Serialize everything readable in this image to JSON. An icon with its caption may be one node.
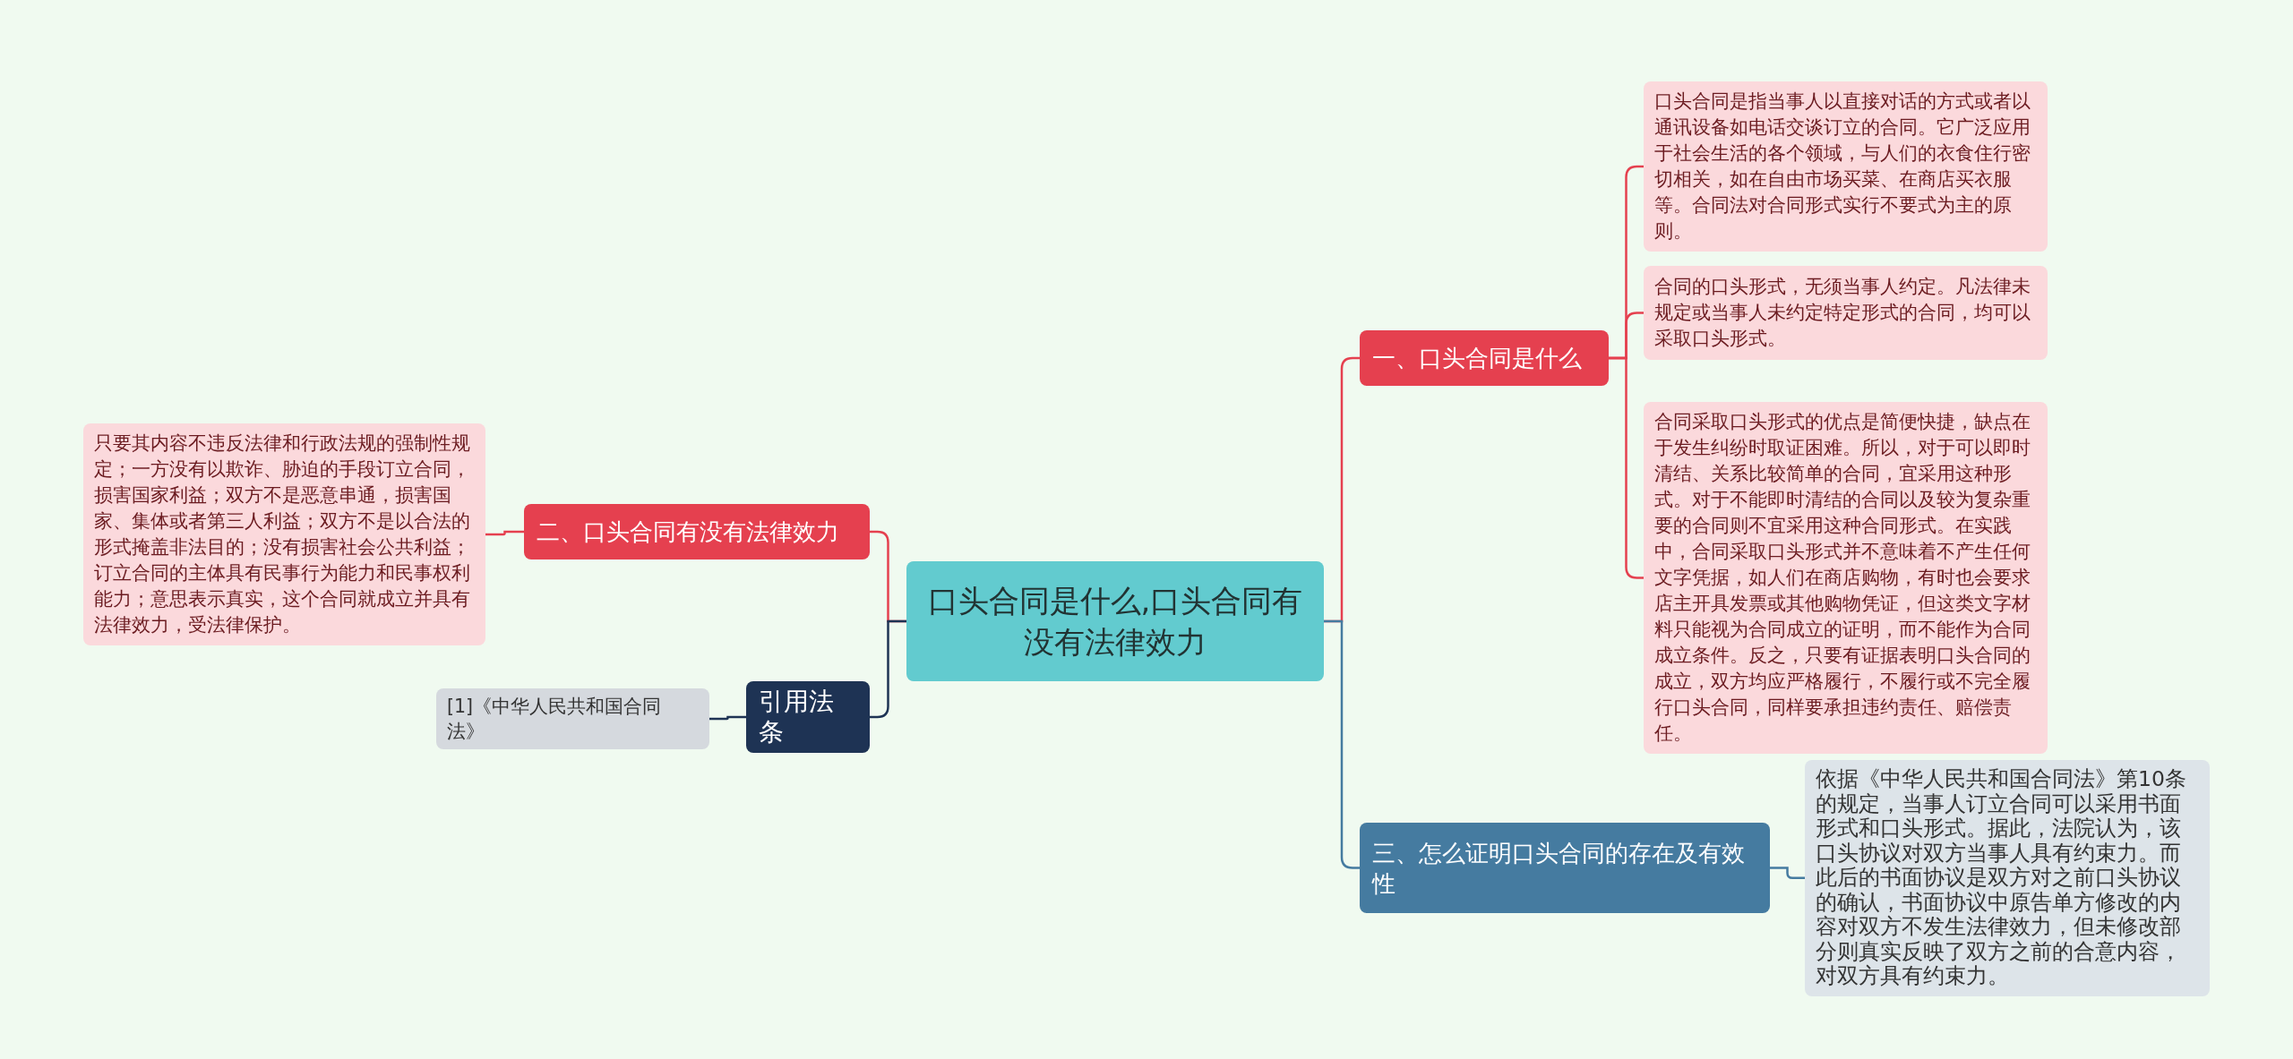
{
  "diagram": {
    "nodes": [
      {
        "text": [
          "口头合同是什么,口头合同有没有法律效力"
        ]
      },
      {
        "text": [
          "一、口头合同是什么"
        ]
      },
      {
        "text": [
          "口头合同是指当事人以直接对话的方式或者以通讯设备如电话交谈订立的合同。它广泛应用于社会生活的各个领域，与人们的衣食住行密切相关，如在自由市场买菜、在商店买衣服等。合同法对合同形式实行不要式为主的原则。"
        ]
      },
      {
        "text": [
          "合同的口头形式，无须当事人约定。凡法律未规定或当事人未约定特定形式的合同，均可以采取口头形式。"
        ]
      },
      {
        "text": [
          "合同采取口头形式的优点是简便快捷，缺点在于发生纠纷时取证困难。所以，对于可以即时清结、关系比较简单的合同，宜采用这种形式。对于不能即时清结的合同以及较为复杂重要的合同则不宜采用这种合同形式。在实践中，合同采取口头形式并不意味着不产生任何文字凭据，如人们在商店购物，有时也会要求店主开具发票或其他购物凭证，但这类文字材料只能视为合同成立的证明，而不能作为合同成立条件。反之，只要有证据表明口头合同的成立，双方均应严格履行，不履行或不完全履行口头合同，同样要承担违约责任、赔偿责任。"
        ]
      },
      {
        "text": [
          "三、怎么证明口头合同的存在及有效性"
        ]
      },
      {
        "text": [
          "依据《中华人民共和国合同法》第10条的规定，当事人订立合同可以采用书面形式和口头形式。据此，法院认为，该口头协议对双方当事人具有约束力。而此后的书面协议是双方对之前口头协议的确认，书面协议中原告单方修改的内容对双方不发生法律效力，但未修改部分则真实反映了双方之前的合意内容，对双方具有约束力。"
        ]
      },
      {
        "text": [
          "二、口头合同有没有法律效力"
        ]
      },
      {
        "text": [
          "只要其内容不违反法律和行政法规的强制性规定；一方没有以欺诈、胁迫的手段订立合同，损害国家利益；双方不是恶意串通，损害国家、集体或者第三人利益；双方不是以合法的形式掩盖非法目的；没有损害社会公共利益；订立合同的主体具有民事行为能力和民事权利能力；意思表示真实，这个合同就成立并具有法律效力，受法律保护。"
        ]
      },
      {
        "text": [
          "引用法条"
        ]
      },
      {
        "text": [
          "[1]《中华人民共和国合同法》"
        ]
      }
    ],
    "edges": [
      {
        "from": 0,
        "to": 1,
        "arrow": "none",
        "color": "#e5404f"
      },
      {
        "from": 1,
        "to": 2,
        "arrow": "none",
        "color": "#e5404f"
      },
      {
        "from": 1,
        "to": 3,
        "arrow": "none",
        "color": "#e5404f"
      },
      {
        "from": 1,
        "to": 4,
        "arrow": "none",
        "color": "#e5404f"
      },
      {
        "from": 0,
        "to": 5,
        "arrow": "none",
        "color": "#457ba0"
      },
      {
        "from": 5,
        "to": 6,
        "arrow": "none",
        "color": "#457ba0"
      },
      {
        "from": 0,
        "to": 7,
        "arrow": "none",
        "color": "#e5404f"
      },
      {
        "from": 7,
        "to": 8,
        "arrow": "none",
        "color": "#e5404f"
      },
      {
        "from": 0,
        "to": 9,
        "arrow": "none",
        "color": "#1e3354"
      },
      {
        "from": 9,
        "to": 10,
        "arrow": "none",
        "color": "#1e3354"
      }
    ]
  }
}
